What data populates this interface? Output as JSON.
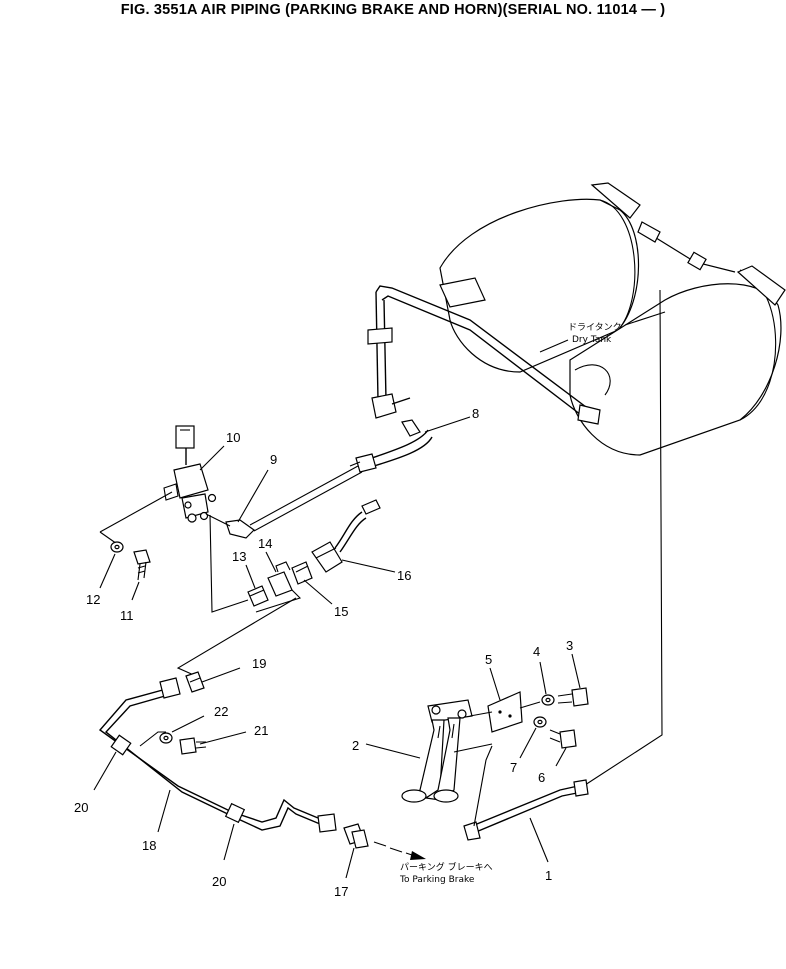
{
  "title": "FIG. 3551A  AIR PIPING (PARKING BRAKE AND HORN)(SERIAL NO. 11014 — )",
  "labels": {
    "dry_tank_jp": "ドライタンク",
    "dry_tank_en": "Dry Tank",
    "parking_brake_jp": "パーキング ブレーキへ",
    "parking_brake_en": "To Parking Brake"
  },
  "callouts": {
    "c1": "1",
    "c2": "2",
    "c3": "3",
    "c4": "4",
    "c5": "5",
    "c6": "6",
    "c7": "7",
    "c8": "8",
    "c9": "9",
    "c10": "10",
    "c11": "11",
    "c12": "12",
    "c13": "13",
    "c14": "14",
    "c15": "15",
    "c16": "16",
    "c17": "17",
    "c18": "18",
    "c19": "19",
    "c20a": "20",
    "c20b": "20",
    "c21": "21",
    "c22": "22"
  }
}
